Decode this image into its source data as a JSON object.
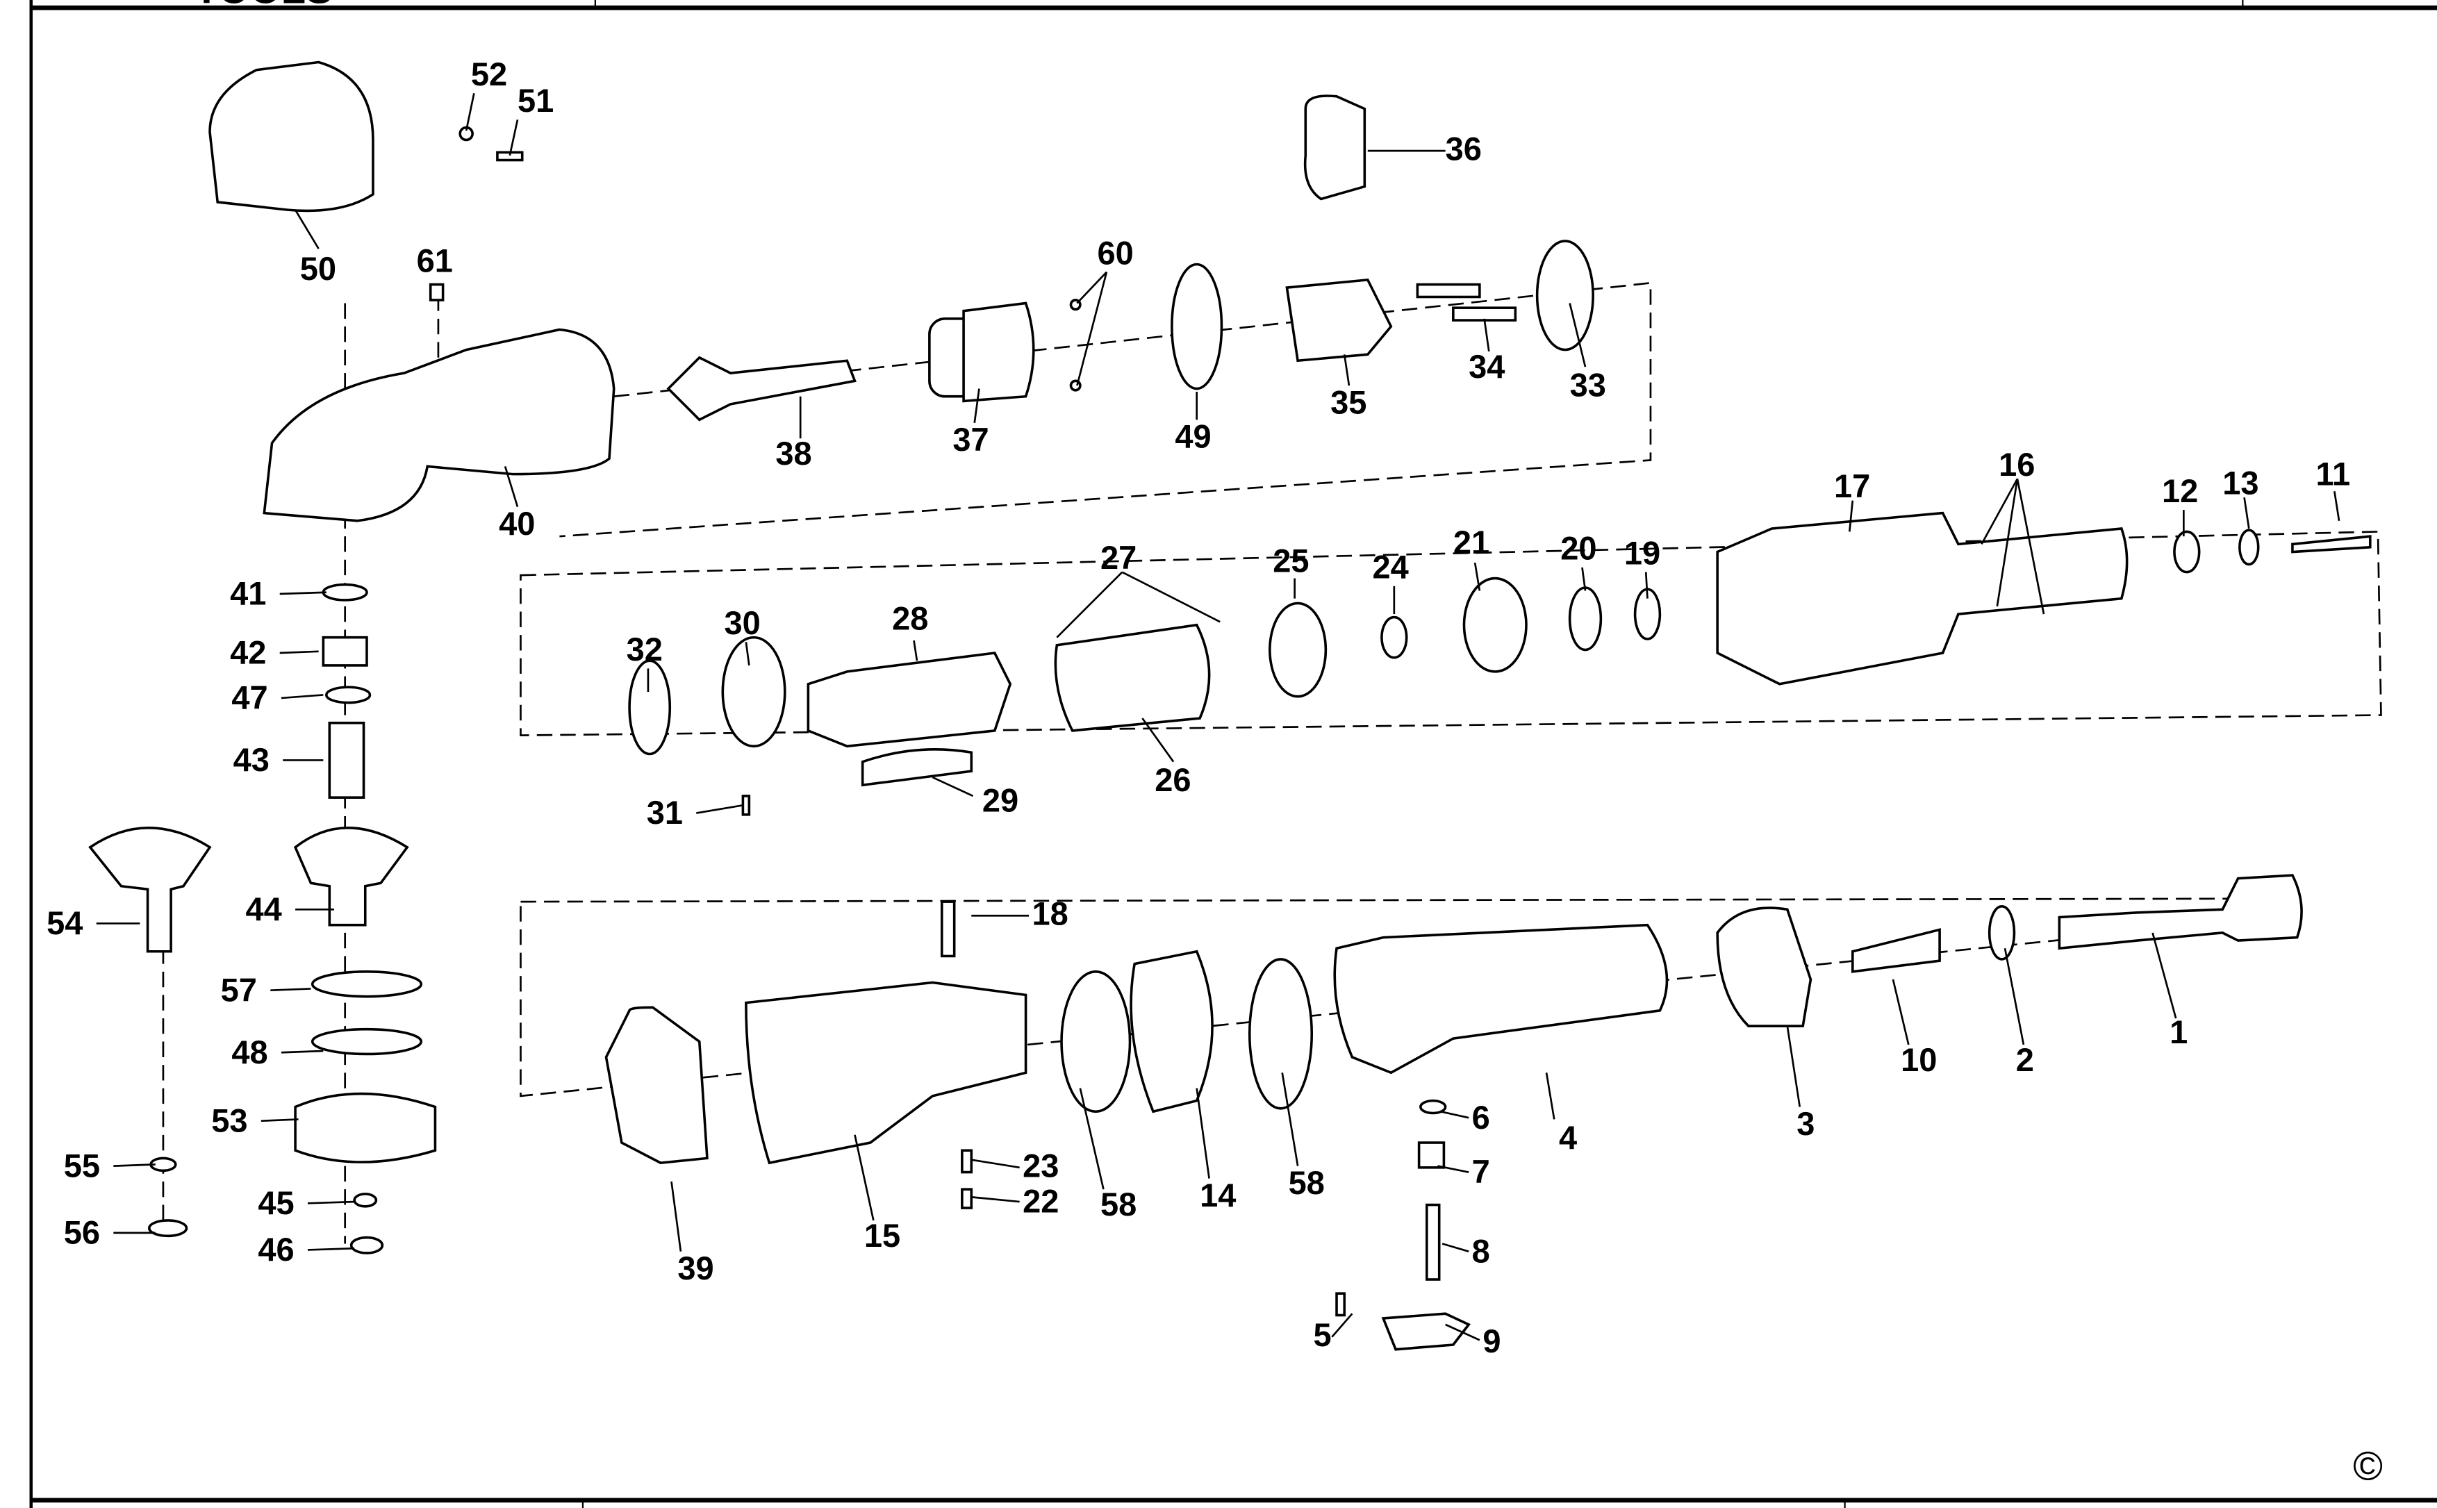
{
  "header": {
    "logo_text": "TOOLS"
  },
  "copyright_symbol": "©",
  "callouts": [
    "52",
    "51",
    "50",
    "36",
    "61",
    "60",
    "38",
    "37",
    "49",
    "35",
    "34",
    "33",
    "40",
    "16",
    "17",
    "12",
    "13",
    "11",
    "27",
    "25",
    "24",
    "21",
    "20",
    "19",
    "32",
    "30",
    "28",
    "26",
    "29",
    "31",
    "41",
    "42",
    "47",
    "43",
    "44",
    "54",
    "57",
    "48",
    "53",
    "55",
    "45",
    "56",
    "46",
    "18",
    "23",
    "22",
    "39",
    "15",
    "58",
    "14",
    "58",
    "4",
    "6",
    "7",
    "8",
    "5",
    "9",
    "3",
    "10",
    "2",
    "1"
  ]
}
